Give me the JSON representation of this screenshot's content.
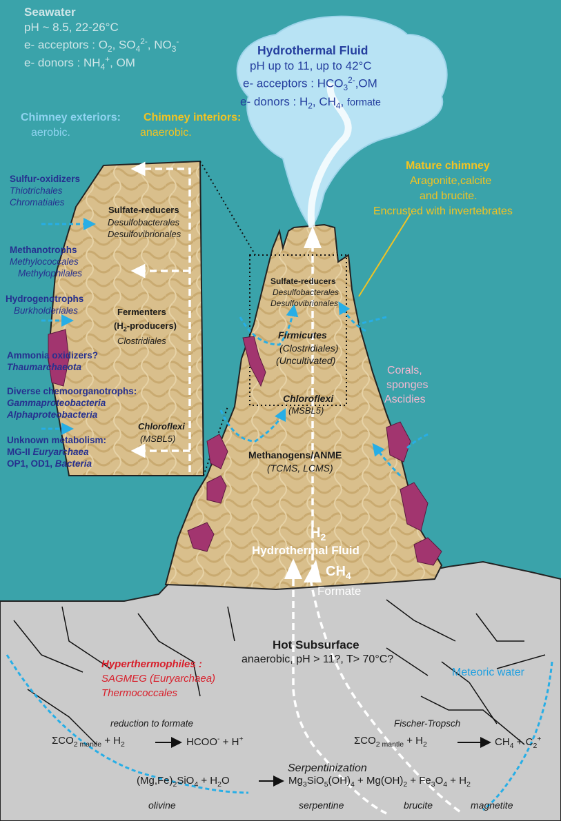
{
  "seawater": {
    "title": "Seawater",
    "ph": "pH ~ 8.5, 22-26°C",
    "acceptors_html": "e- acceptors : O<sub>2</sub>, SO<sub>4</sub><sup>2-</sup>, NO<sub>3</sub><sup>-</sup>",
    "donors_html": "e- donors : NH<sub>4</sub><sup>+</sup>, OM"
  },
  "hydrothermal_fluid": {
    "title": "Hydrothermal Fluid",
    "ph": "pH up to 11, up to 42°C",
    "acceptors_html": "e- acceptors :  HCO<sub>3</sub><sup>2-</sup>,OM",
    "donors_html": "e- donors : H<sub>2</sub>, CH<sub>4</sub>, <span style='font-size:85%'>formate</span>"
  },
  "chimney_exteriors": {
    "title": "Chimney exteriors:",
    "sub": "aerobic."
  },
  "chimney_interiors": {
    "title": "Chimney interiors:",
    "sub": "anaerobic."
  },
  "mature_chimney": {
    "title": "Mature chimney",
    "line1": "Aragonite,calcite",
    "line2": "and brucite.",
    "line3": "Encrusted with invertebrates"
  },
  "left_groups": [
    {
      "title": "Sulfur-oxidizers",
      "items": [
        "Thiotrichales",
        "Chromatiales"
      ]
    },
    {
      "title": "Methanotrophs",
      "items": [
        "Methylococcales",
        "Methylophilales"
      ]
    },
    {
      "title": "Hydrogenotrophs",
      "items": [
        "Burkholderiales"
      ]
    },
    {
      "title": "Ammonia oxidizers?",
      "items": [
        "Thaumarchaeota"
      ]
    },
    {
      "title": "Diverse chemoorganotrophs:",
      "items": [
        "Gammaproteobacteria",
        "Alphaproteobacteria"
      ]
    }
  ],
  "unknown_metabolism": {
    "title": "Unknown metabolism:",
    "line1_html": "MG-II <i>Euryarchaea</i>",
    "line2_html": "OP1, OD1, <i>Bacteria</i>"
  },
  "inset": {
    "sulfate_title": "Sulfate-reducers",
    "sulfate_items": [
      "Desulfobacterales",
      "Desulfovibrionales"
    ],
    "fermenters_title": "Fermenters",
    "fermenters_sub_html": "(H<sub>2</sub>-producers)",
    "fermenters_item": "Clostridiales",
    "chloroflexi": "Chloroflexi",
    "chloroflexi_sub": "(MSBL5)"
  },
  "chimney": {
    "sulfate_title": "Sulfate-reducers",
    "sulfate_items": [
      "Desulfobacterales",
      "Desulfovibrionales"
    ],
    "firmicutes": "Firmicutes",
    "firmicutes_items": [
      "(Clostridiales)",
      "(Uncultivated)"
    ],
    "chloroflexi": "Chloroflexi",
    "chloroflexi_sub": "(MSBL5)",
    "methanogens": "Methanogens/ANME",
    "methanogens_sub": "(TCMS, LCMS)",
    "h2_html": "H<sub>2</sub>",
    "fluid": "Hydrothermal Fluid",
    "ch4_html": "CH<sub>4</sub>",
    "formate": "Formate"
  },
  "corals": {
    "line1": "Corals,",
    "line2": "sponges",
    "line3": "Ascidies"
  },
  "subsurface": {
    "title": "Hot Subsurface",
    "sub": "anaerobic, pH > 11?, T> 70°C?",
    "meteoric": "Meteoric water",
    "hyper_title": "Hyperthermophiles :",
    "hyper_items": [
      "SAGMEG (Euryarchaea)",
      "Thermococcales"
    ]
  },
  "reactions": {
    "formate_label": "reduction to formate",
    "formate_lhs_html": "ΣCO<sub>2 mantle</sub>  +  H<sub>2</sub>",
    "formate_rhs_html": "HCOO<sup>-</sup>  +  H<sup>+</sup>",
    "ft_label": "Fischer-Tropsch",
    "ft_lhs_html": "ΣCO<sub>2 mantle</sub>  +  H<sub>2</sub>",
    "ft_rhs_html": "CH<sub>4</sub>  +  C<sub>2</sub><sup>+</sup>",
    "serp_label": "Serpentinization",
    "serp_lhs_html": "(Mg,Fe)<sub>2</sub>SiO<sub>4</sub> + H<sub>2</sub>O",
    "serp_rhs_html": "Mg<sub>3</sub>SiO<sub>5</sub>(OH)<sub>4</sub>   +  Mg(OH)<sub>2</sub> + Fe<sub>3</sub>O<sub>4</sub> + H<sub>2</sub>",
    "olivine": "olivine",
    "serpentine": "serpentine",
    "brucite": "brucite",
    "magnetite": "magnetite"
  },
  "colors": {
    "seawater": "#3aa3aa",
    "rock": "#cbcbcb",
    "chimney": "#d9bf8c",
    "coral": "#a2356f",
    "arrow_blue": "#27aee6"
  }
}
